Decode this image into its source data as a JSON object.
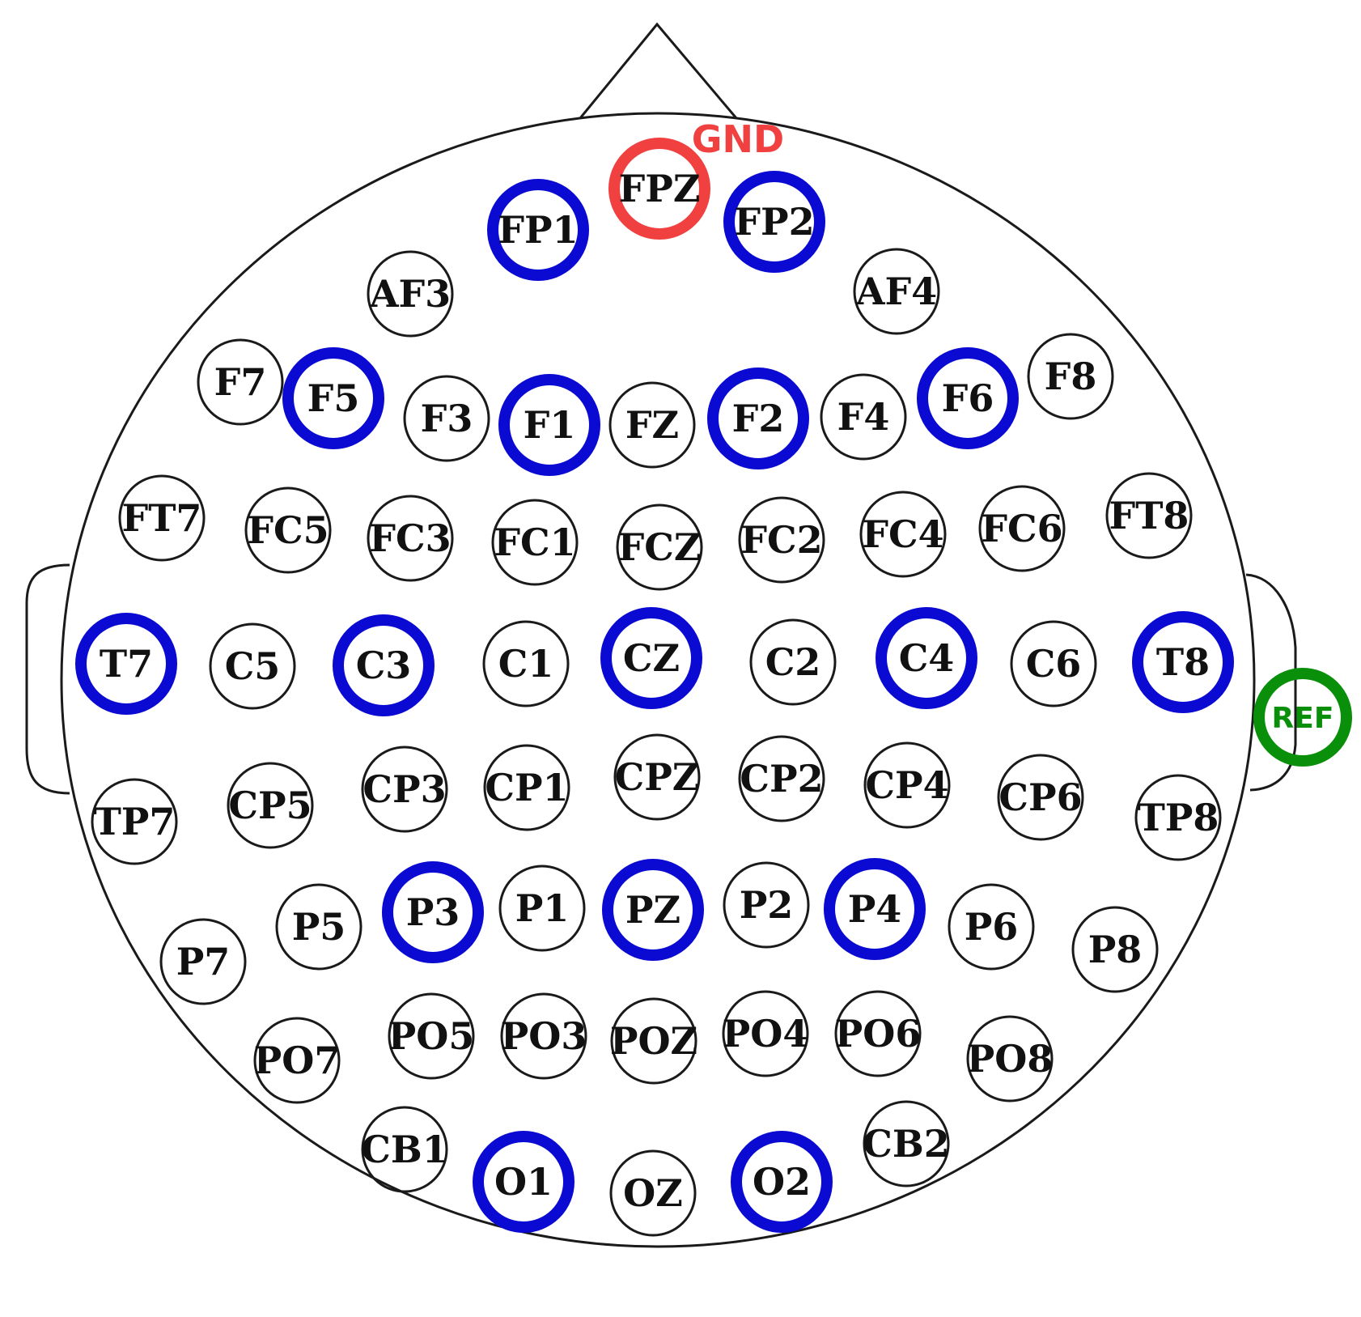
{
  "colors": {
    "line": "#1a1a1a",
    "text": "#111111",
    "active": "#0a0ad2",
    "gnd": "#f04040",
    "ref": "#0a8f0a"
  },
  "annotations": {
    "gnd_label": "GND"
  },
  "electrodes": [
    {
      "label": "FPZ",
      "role": "gnd"
    },
    {
      "label": "FP1",
      "role": "active"
    },
    {
      "label": "FP2",
      "role": "active"
    },
    {
      "label": "AF3",
      "role": "normal"
    },
    {
      "label": "AF4",
      "role": "normal"
    },
    {
      "label": "F7",
      "role": "normal"
    },
    {
      "label": "F5",
      "role": "active"
    },
    {
      "label": "F3",
      "role": "normal"
    },
    {
      "label": "F1",
      "role": "active"
    },
    {
      "label": "FZ",
      "role": "normal"
    },
    {
      "label": "F2",
      "role": "active"
    },
    {
      "label": "F4",
      "role": "normal"
    },
    {
      "label": "F6",
      "role": "active"
    },
    {
      "label": "F8",
      "role": "normal"
    },
    {
      "label": "FT7",
      "role": "normal"
    },
    {
      "label": "FC5",
      "role": "normal"
    },
    {
      "label": "FC3",
      "role": "normal"
    },
    {
      "label": "FC1",
      "role": "normal"
    },
    {
      "label": "FCZ",
      "role": "normal"
    },
    {
      "label": "FC2",
      "role": "normal"
    },
    {
      "label": "FC4",
      "role": "normal"
    },
    {
      "label": "FC6",
      "role": "normal"
    },
    {
      "label": "FT8",
      "role": "normal"
    },
    {
      "label": "T7",
      "role": "active"
    },
    {
      "label": "C5",
      "role": "normal"
    },
    {
      "label": "C3",
      "role": "active"
    },
    {
      "label": "C1",
      "role": "normal"
    },
    {
      "label": "CZ",
      "role": "active"
    },
    {
      "label": "C2",
      "role": "normal"
    },
    {
      "label": "C4",
      "role": "active"
    },
    {
      "label": "C6",
      "role": "normal"
    },
    {
      "label": "T8",
      "role": "active"
    },
    {
      "label": "REF",
      "role": "ref"
    },
    {
      "label": "TP7",
      "role": "normal"
    },
    {
      "label": "CP5",
      "role": "normal"
    },
    {
      "label": "CP3",
      "role": "normal"
    },
    {
      "label": "CP1",
      "role": "normal"
    },
    {
      "label": "CPZ",
      "role": "normal"
    },
    {
      "label": "CP2",
      "role": "normal"
    },
    {
      "label": "CP4",
      "role": "normal"
    },
    {
      "label": "CP6",
      "role": "normal"
    },
    {
      "label": "TP8",
      "role": "normal"
    },
    {
      "label": "P7",
      "role": "normal"
    },
    {
      "label": "P5",
      "role": "normal"
    },
    {
      "label": "P3",
      "role": "active"
    },
    {
      "label": "P1",
      "role": "normal"
    },
    {
      "label": "PZ",
      "role": "active"
    },
    {
      "label": "P2",
      "role": "normal"
    },
    {
      "label": "P4",
      "role": "active"
    },
    {
      "label": "P6",
      "role": "normal"
    },
    {
      "label": "P8",
      "role": "normal"
    },
    {
      "label": "PO7",
      "role": "normal"
    },
    {
      "label": "PO5",
      "role": "normal"
    },
    {
      "label": "PO3",
      "role": "normal"
    },
    {
      "label": "POZ",
      "role": "normal"
    },
    {
      "label": "PO4",
      "role": "normal"
    },
    {
      "label": "PO6",
      "role": "normal"
    },
    {
      "label": "PO8",
      "role": "normal"
    },
    {
      "label": "CB1",
      "role": "normal"
    },
    {
      "label": "O1",
      "role": "active"
    },
    {
      "label": "OZ",
      "role": "normal"
    },
    {
      "label": "O2",
      "role": "active"
    },
    {
      "label": "CB2",
      "role": "normal"
    }
  ]
}
